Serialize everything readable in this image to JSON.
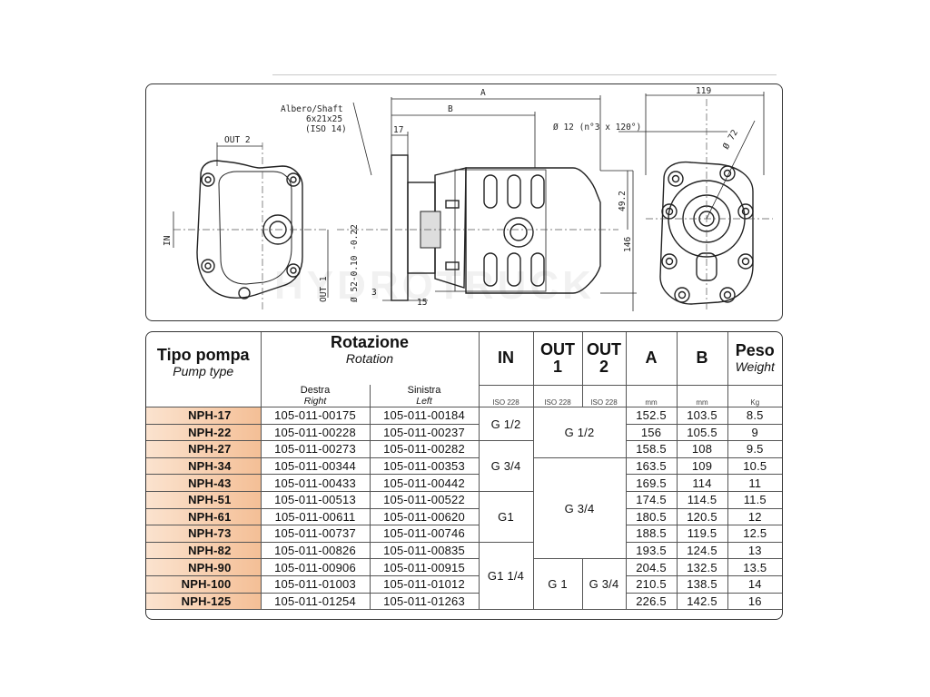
{
  "drawing": {
    "labels": {
      "shaft_line1": "Albero/Shaft",
      "shaft_line2": "6x21x25",
      "shaft_line3": "(ISO 14)",
      "dim_a": "A",
      "dim_b": "B",
      "dim_17": "17",
      "dim_bolt": "Ø 12 (n°3 x 120°)",
      "dim_119": "119",
      "dim_72": "Ø 72",
      "dim_49": "49.2",
      "dim_146": "146",
      "dim_52": "Ø 52-0.10 -0.22",
      "dim_3": "3",
      "dim_15": "15",
      "out2": "OUT 2",
      "in": "IN",
      "out1": "OUT 1"
    },
    "watermark": "HYDROTRUCK"
  },
  "table": {
    "headers": {
      "type_it": "Tipo pompa",
      "type_en": "Pump type",
      "rotation_it": "Rotazione",
      "rotation_en": "Rotation",
      "right_it": "Destra",
      "right_en": "Right",
      "left_it": "Sinistra",
      "left_en": "Left",
      "in": "IN",
      "out1_a": "OUT",
      "out1_b": "1",
      "out2_a": "OUT",
      "out2_b": "2",
      "a": "A",
      "b": "B",
      "weight_it": "Peso",
      "weight_en": "Weight",
      "iso_in": "ISO 228",
      "iso_out1": "ISO 228",
      "iso_out2": "ISO 228",
      "unit_a": "mm",
      "unit_b": "mm",
      "unit_w": "Kg"
    },
    "rows": [
      {
        "model": "NPH-17",
        "right": "105-011-00175",
        "left": "105-011-00184",
        "a": "152.5",
        "b": "103.5",
        "w": "8.5"
      },
      {
        "model": "NPH-22",
        "right": "105-011-00228",
        "left": "105-011-00237",
        "a": "156",
        "b": "105.5",
        "w": "9"
      },
      {
        "model": "NPH-27",
        "right": "105-011-00273",
        "left": "105-011-00282",
        "a": "158.5",
        "b": "108",
        "w": "9.5"
      },
      {
        "model": "NPH-34",
        "right": "105-011-00344",
        "left": "105-011-00353",
        "a": "163.5",
        "b": "109",
        "w": "10.5"
      },
      {
        "model": "NPH-43",
        "right": "105-011-00433",
        "left": "105-011-00442",
        "a": "169.5",
        "b": "114",
        "w": "11"
      },
      {
        "model": "NPH-51",
        "right": "105-011-00513",
        "left": "105-011-00522",
        "a": "174.5",
        "b": "114.5",
        "w": "11.5"
      },
      {
        "model": "NPH-61",
        "right": "105-011-00611",
        "left": "105-011-00620",
        "a": "180.5",
        "b": "120.5",
        "w": "12"
      },
      {
        "model": "NPH-73",
        "right": "105-011-00737",
        "left": "105-011-00746",
        "a": "188.5",
        "b": "119.5",
        "w": "12.5"
      },
      {
        "model": "NPH-82",
        "right": "105-011-00826",
        "left": "105-011-00835",
        "a": "193.5",
        "b": "124.5",
        "w": "13"
      },
      {
        "model": "NPH-90",
        "right": "105-011-00906",
        "left": "105-011-00915",
        "a": "204.5",
        "b": "132.5",
        "w": "13.5"
      },
      {
        "model": "NPH-100",
        "right": "105-011-01003",
        "left": "105-011-01012",
        "a": "210.5",
        "b": "138.5",
        "w": "14"
      },
      {
        "model": "NPH-125",
        "right": "105-011-01254",
        "left": "105-011-01263",
        "a": "226.5",
        "b": "142.5",
        "w": "16"
      }
    ],
    "ports": {
      "in_g12": "G 1/2",
      "in_g34": "G 3/4",
      "in_g1": "G1",
      "in_g114": "G1 1/4",
      "out12_g12": "G 1/2",
      "out12_g34": "G 3/4",
      "out1_g1": "G 1",
      "out2_g34": "G 3/4"
    }
  }
}
